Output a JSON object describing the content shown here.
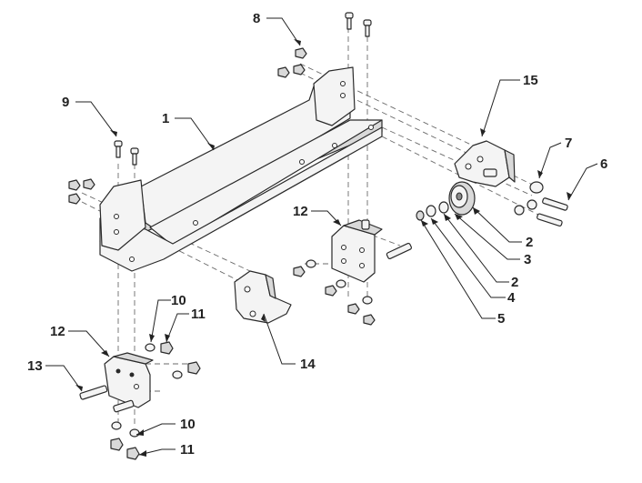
{
  "callouts": [
    {
      "id": "c1",
      "text": "1"
    },
    {
      "id": "c2a",
      "text": "2"
    },
    {
      "id": "c2b",
      "text": "2"
    },
    {
      "id": "c3",
      "text": "3"
    },
    {
      "id": "c4",
      "text": "4"
    },
    {
      "id": "c5",
      "text": "5"
    },
    {
      "id": "c6",
      "text": "6"
    },
    {
      "id": "c7",
      "text": "7"
    },
    {
      "id": "c8",
      "text": "8"
    },
    {
      "id": "c9",
      "text": "9"
    },
    {
      "id": "c10a",
      "text": "10"
    },
    {
      "id": "c10b",
      "text": "10"
    },
    {
      "id": "c11a",
      "text": "11"
    },
    {
      "id": "c11b",
      "text": "11"
    },
    {
      "id": "c12a",
      "text": "12"
    },
    {
      "id": "c12b",
      "text": "12"
    },
    {
      "id": "c13",
      "text": "13"
    },
    {
      "id": "c14",
      "text": "14"
    },
    {
      "id": "c15",
      "text": "15"
    }
  ]
}
